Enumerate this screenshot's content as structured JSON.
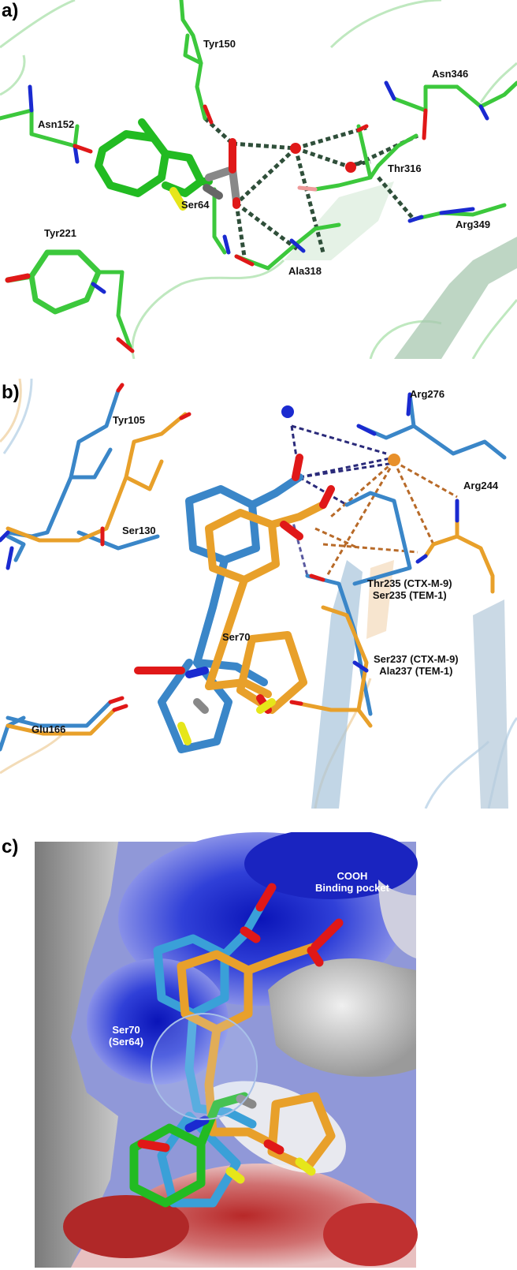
{
  "panels": {
    "a": {
      "label": "a)",
      "residues": {
        "tyr150": "Tyr150",
        "asn346": "Asn346",
        "asn152": "Asn152",
        "thr316": "Thr316",
        "ser64": "Ser64",
        "tyr221": "Tyr221",
        "arg349": "Arg349",
        "ala318": "Ala318"
      }
    },
    "b": {
      "label": "b)",
      "residues": {
        "arg276": "Arg276",
        "tyr105": "Tyr105",
        "arg244": "Arg244",
        "ser130": "Ser130",
        "thr235_line1": "Thr235 (CTX-M-9)",
        "thr235_line2": "Ser235 (TEM-1)",
        "ser70": "Ser70",
        "ser237_line1": "Ser237 (CTX-M-9)",
        "ser237_line2": "Ala237 (TEM-1)",
        "glu166": "Glu166"
      }
    },
    "c": {
      "label": "c)",
      "annotations": {
        "pocket_line1": "COOH",
        "pocket_line2": "Binding pocket",
        "ser_line1": "Ser70",
        "ser_line2": "(Ser64)"
      }
    }
  },
  "colors": {
    "green_carbon": "#3cc83c",
    "blue_carbon": "#3a86c8",
    "orange_carbon": "#e8a02a",
    "oxygen": "#e01818",
    "nitrogen": "#1a2ad0",
    "sulfur": "#e6e61a",
    "hbond_green": "#2f4f3a",
    "hbond_blue": "#2a2a7a",
    "hbond_orange": "#b86a28",
    "surface_blue": "#1a28c8",
    "surface_red": "#b83030",
    "surface_white": "#e8e8e8"
  }
}
